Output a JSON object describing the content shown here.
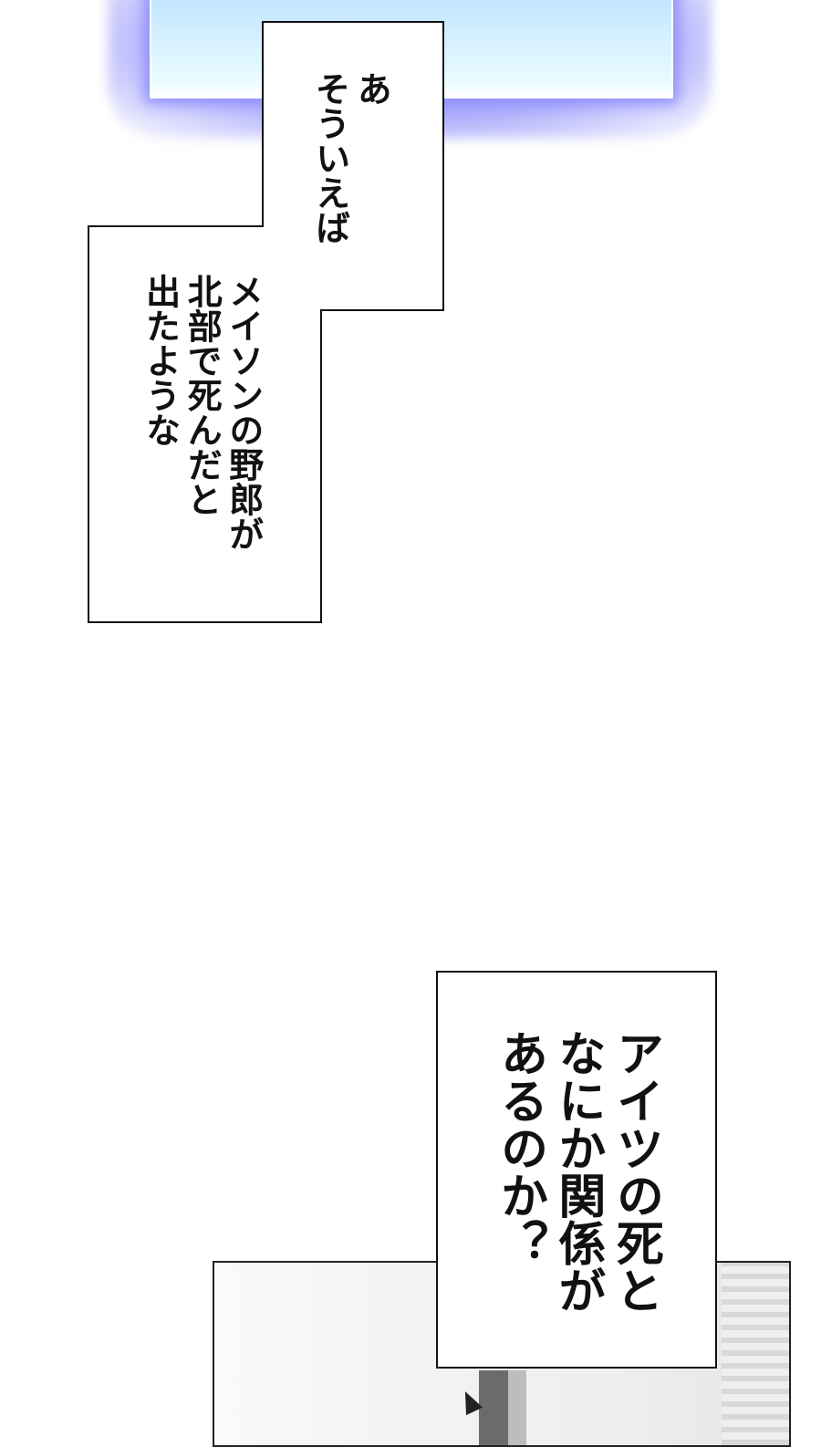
{
  "panel_top": {
    "description_colors": {
      "glow": "#7c7cff",
      "sky": "#cfeeff"
    }
  },
  "bubbles": {
    "bubble1": {
      "lines": "あ\nそういえば"
    },
    "bubble2": {
      "lines": "メイソンの野郎が\n北部で死んだと\n出たような"
    },
    "bubble3": {
      "lines": "アイツの死と\nなにか関係が\nあるのか？"
    }
  }
}
